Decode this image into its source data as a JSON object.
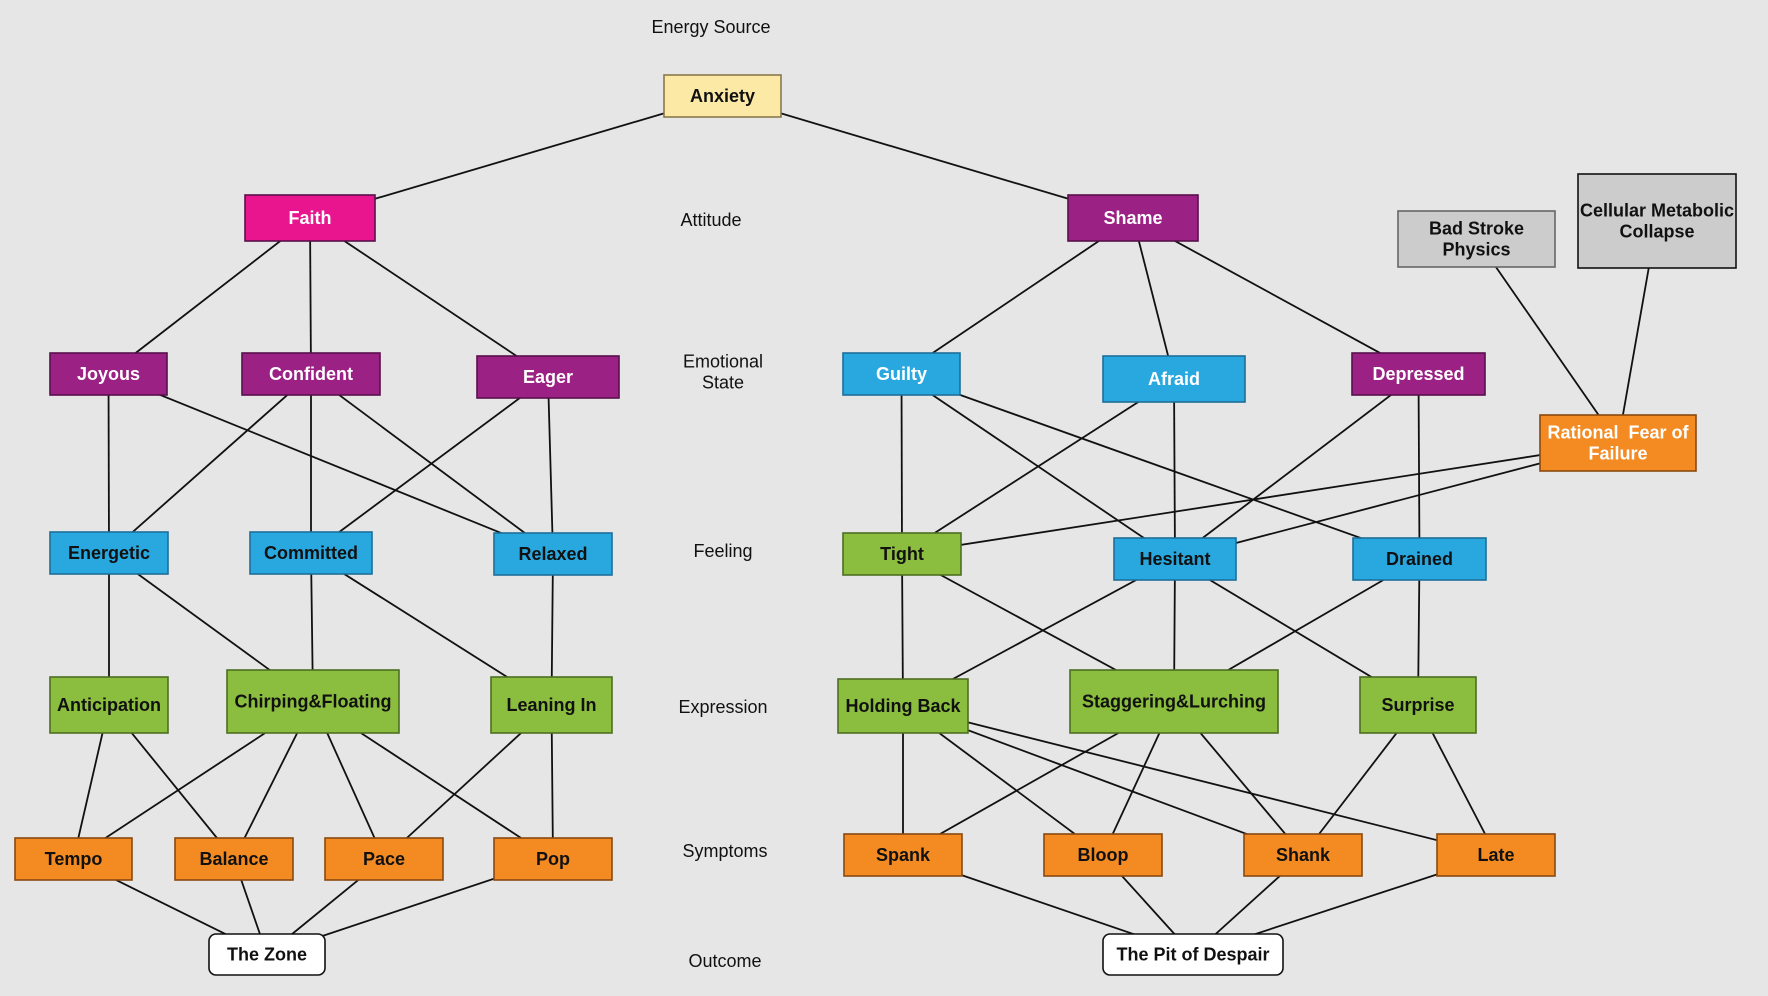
{
  "colors": {
    "background": "#e6e6e6",
    "edge": "#111111",
    "source": "#fde9a6",
    "faith": "#e8158f",
    "purple": "#9b2184",
    "blue": "#29a8e0",
    "green": "#8bbd3e",
    "orange": "#f38b22",
    "grey": "#cccccc",
    "white": "#ffffff"
  },
  "levels": [
    {
      "id": "energy_source",
      "lines": [
        "Energy Source"
      ]
    },
    {
      "id": "attitude",
      "lines": [
        "Attitude"
      ]
    },
    {
      "id": "emotional_state",
      "lines": [
        "Emotional",
        "State"
      ]
    },
    {
      "id": "feeling",
      "lines": [
        "Feeling"
      ]
    },
    {
      "id": "expression",
      "lines": [
        "Expression"
      ]
    },
    {
      "id": "symptoms",
      "lines": [
        "Symptoms"
      ]
    },
    {
      "id": "outcome",
      "lines": [
        "Outcome"
      ]
    }
  ],
  "nodes": [
    {
      "id": "anxiety",
      "lines": [
        "Anxiety"
      ],
      "color": "source"
    },
    {
      "id": "faith",
      "lines": [
        "Faith"
      ],
      "color": "faith"
    },
    {
      "id": "shame",
      "lines": [
        "Shame"
      ],
      "color": "purple"
    },
    {
      "id": "bad-stroke",
      "lines": [
        "Bad Stroke",
        "Physics"
      ],
      "color": "grey"
    },
    {
      "id": "cellular",
      "lines": [
        "Cellular Metabolic",
        "Collapse"
      ],
      "color": "grey",
      "thick": true
    },
    {
      "id": "joyous",
      "lines": [
        "Joyous"
      ],
      "color": "purple"
    },
    {
      "id": "confident",
      "lines": [
        "Confident"
      ],
      "color": "purple"
    },
    {
      "id": "eager",
      "lines": [
        "Eager"
      ],
      "color": "purple"
    },
    {
      "id": "guilty",
      "lines": [
        "Guilty"
      ],
      "color": "blue"
    },
    {
      "id": "afraid",
      "lines": [
        "Afraid"
      ],
      "color": "blue"
    },
    {
      "id": "depressed",
      "lines": [
        "Depressed"
      ],
      "color": "purple"
    },
    {
      "id": "rational-fear",
      "lines": [
        "Rational  Fear of",
        "Failure"
      ],
      "color": "orange"
    },
    {
      "id": "energetic",
      "lines": [
        "Energetic"
      ],
      "color": "blue"
    },
    {
      "id": "committed",
      "lines": [
        "Committed"
      ],
      "color": "blue"
    },
    {
      "id": "relaxed",
      "lines": [
        "Relaxed"
      ],
      "color": "blue"
    },
    {
      "id": "tight",
      "lines": [
        "Tight"
      ],
      "color": "green"
    },
    {
      "id": "hesitant",
      "lines": [
        "Hesitant"
      ],
      "color": "blue"
    },
    {
      "id": "drained",
      "lines": [
        "Drained"
      ],
      "color": "blue"
    },
    {
      "id": "anticipation",
      "lines": [
        "Anticipation"
      ],
      "color": "green"
    },
    {
      "id": "chirping",
      "lines": [
        "Chirping&Floating"
      ],
      "color": "green"
    },
    {
      "id": "leaning",
      "lines": [
        "Leaning In"
      ],
      "color": "green"
    },
    {
      "id": "holding-back",
      "lines": [
        "Holding Back"
      ],
      "color": "green"
    },
    {
      "id": "staggering",
      "lines": [
        "Staggering&Lurching"
      ],
      "color": "green"
    },
    {
      "id": "surprise",
      "lines": [
        "Surprise"
      ],
      "color": "green"
    },
    {
      "id": "tempo",
      "lines": [
        "Tempo"
      ],
      "color": "orange"
    },
    {
      "id": "balance",
      "lines": [
        "Balance"
      ],
      "color": "orange"
    },
    {
      "id": "pace",
      "lines": [
        "Pace"
      ],
      "color": "orange"
    },
    {
      "id": "pop",
      "lines": [
        "Pop"
      ],
      "color": "orange"
    },
    {
      "id": "spank",
      "lines": [
        "Spank"
      ],
      "color": "orange"
    },
    {
      "id": "bloop",
      "lines": [
        "Bloop"
      ],
      "color": "orange"
    },
    {
      "id": "shank",
      "lines": [
        "Shank"
      ],
      "color": "orange"
    },
    {
      "id": "late",
      "lines": [
        "Late"
      ],
      "color": "orange"
    },
    {
      "id": "the-zone",
      "lines": [
        "The Zone"
      ],
      "color": "white",
      "thick": true,
      "rounded": true
    },
    {
      "id": "pit-of-despair",
      "lines": [
        "The Pit of Despair"
      ],
      "color": "white",
      "thick": true,
      "rounded": true
    }
  ],
  "edges": [
    [
      "anxiety",
      "faith"
    ],
    [
      "anxiety",
      "shame"
    ],
    [
      "faith",
      "joyous"
    ],
    [
      "faith",
      "confident"
    ],
    [
      "faith",
      "eager"
    ],
    [
      "shame",
      "guilty"
    ],
    [
      "shame",
      "afraid"
    ],
    [
      "shame",
      "depressed"
    ],
    [
      "bad-stroke",
      "rational-fear"
    ],
    [
      "cellular",
      "rational-fear"
    ],
    [
      "joyous",
      "energetic"
    ],
    [
      "joyous",
      "relaxed"
    ],
    [
      "confident",
      "energetic"
    ],
    [
      "confident",
      "committed"
    ],
    [
      "confident",
      "relaxed"
    ],
    [
      "eager",
      "committed"
    ],
    [
      "eager",
      "relaxed"
    ],
    [
      "guilty",
      "tight"
    ],
    [
      "guilty",
      "hesitant"
    ],
    [
      "guilty",
      "drained"
    ],
    [
      "afraid",
      "tight"
    ],
    [
      "afraid",
      "hesitant"
    ],
    [
      "depressed",
      "hesitant"
    ],
    [
      "depressed",
      "drained"
    ],
    [
      "rational-fear",
      "tight"
    ],
    [
      "rational-fear",
      "hesitant"
    ],
    [
      "energetic",
      "anticipation"
    ],
    [
      "energetic",
      "chirping"
    ],
    [
      "committed",
      "chirping"
    ],
    [
      "committed",
      "leaning"
    ],
    [
      "relaxed",
      "leaning"
    ],
    [
      "tight",
      "holding-back"
    ],
    [
      "tight",
      "staggering"
    ],
    [
      "hesitant",
      "holding-back"
    ],
    [
      "hesitant",
      "staggering"
    ],
    [
      "hesitant",
      "surprise"
    ],
    [
      "drained",
      "staggering"
    ],
    [
      "drained",
      "surprise"
    ],
    [
      "anticipation",
      "tempo"
    ],
    [
      "anticipation",
      "balance"
    ],
    [
      "chirping",
      "tempo"
    ],
    [
      "chirping",
      "balance"
    ],
    [
      "chirping",
      "pace"
    ],
    [
      "chirping",
      "pop"
    ],
    [
      "leaning",
      "pace"
    ],
    [
      "leaning",
      "pop"
    ],
    [
      "holding-back",
      "spank"
    ],
    [
      "holding-back",
      "bloop"
    ],
    [
      "holding-back",
      "shank"
    ],
    [
      "holding-back",
      "late"
    ],
    [
      "staggering",
      "spank"
    ],
    [
      "staggering",
      "bloop"
    ],
    [
      "staggering",
      "shank"
    ],
    [
      "surprise",
      "shank"
    ],
    [
      "surprise",
      "late"
    ],
    [
      "tempo",
      "the-zone"
    ],
    [
      "balance",
      "the-zone"
    ],
    [
      "pace",
      "the-zone"
    ],
    [
      "pop",
      "the-zone"
    ],
    [
      "spank",
      "pit-of-despair"
    ],
    [
      "bloop",
      "pit-of-despair"
    ],
    [
      "shank",
      "pit-of-despair"
    ],
    [
      "late",
      "pit-of-despair"
    ]
  ]
}
